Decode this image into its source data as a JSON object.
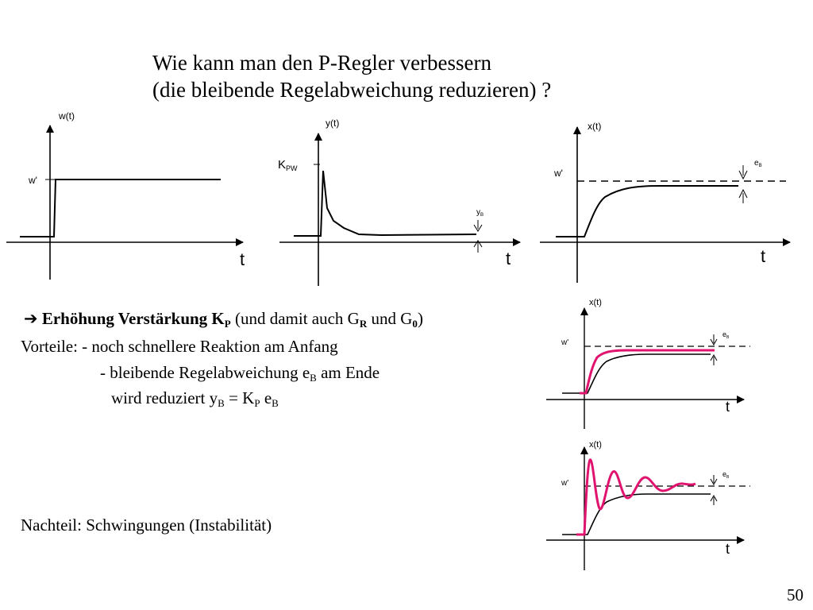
{
  "title": {
    "line1": "Wie kann man den P-Regler verbessern",
    "line2": "(die bleibende Regelabweichung reduzieren) ?"
  },
  "diagrams": {
    "setpoint": {
      "y_label": "w(t)",
      "level_label": "w'",
      "t_label": "t"
    },
    "controller_output": {
      "y_label": "y(t)",
      "peak_label": "K",
      "peak_sub": "PW",
      "offset_label": "y",
      "offset_sub": "B",
      "t_label": "t"
    },
    "process_output": {
      "y_label": "x(t)",
      "level_label": "w'",
      "error_label": "e",
      "error_sub": "B",
      "t_label": "t"
    },
    "higher_gain": {
      "y_label": "x(t)",
      "level_label": "w'",
      "error_label": "e",
      "error_sub": "B",
      "t_label": "t"
    },
    "oscillation": {
      "y_label": "x(t)",
      "level_label": "w'",
      "error_label": "e",
      "error_sub": "B",
      "t_label": "t"
    }
  },
  "improvement": {
    "arrow": "➔",
    "text": "Erhöhung Verstärkung K",
    "kp_sub": "P",
    "paren_text": "(und damit auch G",
    "gr_sub": "R",
    "and_text": "und G",
    "g0_sub": "0",
    "close": ")"
  },
  "advantages": {
    "line1": "Vorteile: - noch schnellere Reaktion am Anfang",
    "line2_prefix": "- bleibende Regelabweichung e",
    "line2_sub": "B",
    "line2_suffix": "am Ende",
    "line3_prefix": "wird reduziert y",
    "line3_sub1": "B",
    "line3_mid": "= K",
    "line3_sub2": "P",
    "line3_e": "e",
    "line3_sub3": "B"
  },
  "disadvantage": "Nachteil: Schwingungen (Instabilität)",
  "page_number": "50",
  "colors": {
    "accent": "#e0146e",
    "line": "#000000"
  }
}
